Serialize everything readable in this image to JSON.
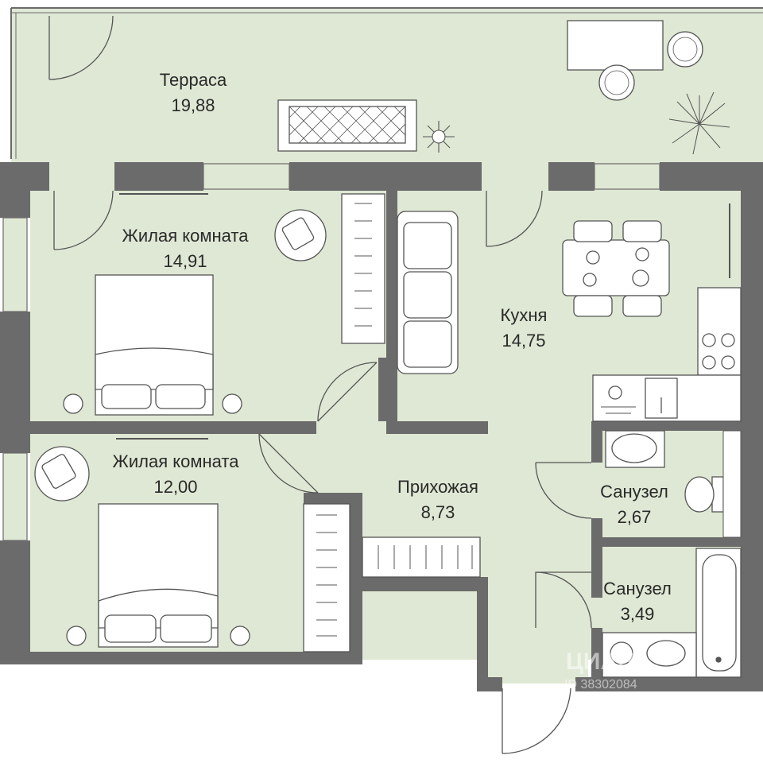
{
  "colors": {
    "floor": "#dfe8d4",
    "wall": "#6b6b6b",
    "window": "#dfe8d4",
    "furniture_fill": "#ffffff",
    "furniture_line": "#555555",
    "text": "#2a2a2a"
  },
  "rooms": {
    "terrace": {
      "name": "Терраса",
      "area": "19,88"
    },
    "bedroom1": {
      "name": "Жилая комната",
      "area": "14,91"
    },
    "bedroom2": {
      "name": "Жилая комната",
      "area": "12,00"
    },
    "kitchen": {
      "name": "Кухня",
      "area": "14,75"
    },
    "hallway": {
      "name": "Прихожая",
      "area": "8,73"
    },
    "bath1": {
      "name": "Санузел",
      "area": "2,67"
    },
    "bath2": {
      "name": "Санузел",
      "area": "3,49"
    }
  },
  "watermark": {
    "brand": "ЦИАН",
    "id": "ID 38302084"
  },
  "icons": [
    "chair-icon",
    "plant-icon",
    "hanger-icon",
    "bed-icon",
    "sofa-icon",
    "table-icon",
    "stove-icon",
    "sink-icon",
    "toilet-icon",
    "bathtub-icon",
    "washer-icon",
    "tv-icon"
  ]
}
